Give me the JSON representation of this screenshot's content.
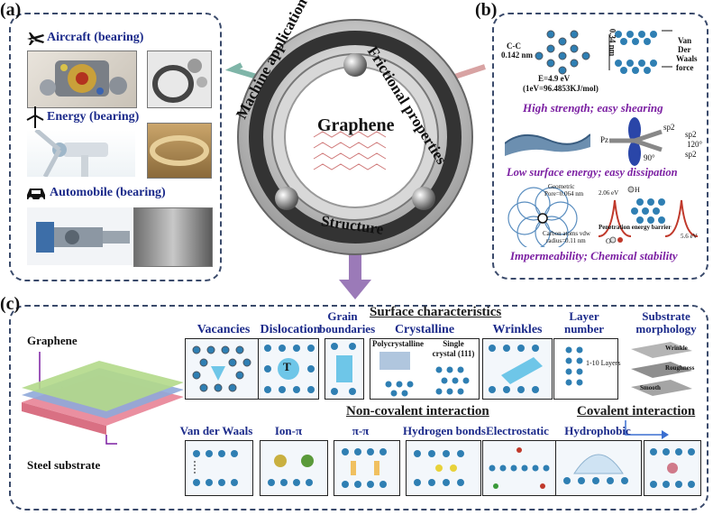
{
  "center": {
    "title": "Graphene",
    "ring_left": "Machine application",
    "ring_right": "Frictional properties",
    "ring_bottom": "Structure"
  },
  "panel_a": {
    "label": "(a)",
    "items": [
      {
        "title": "Aircraft (bearing)",
        "icon": "airplane-icon"
      },
      {
        "title": "Energy (bearing)",
        "icon": "wind-turbine-icon"
      },
      {
        "title": "Automobile (bearing)",
        "icon": "car-icon"
      }
    ]
  },
  "panel_b": {
    "label": "(b)",
    "annotations": {
      "cc_label": "C-C",
      "cc_length": "0.142 nm",
      "energy": "E=4.9 eV",
      "unit_conv": "(1eV=96.4853KJ/mol)",
      "spacing": "0.34 nm",
      "vdw_1": "Van",
      "vdw_2": "Der",
      "vdw_3": "Waals",
      "vdw_4": "force",
      "pz": "Pz",
      "sp2_a": "sp2",
      "sp2_b": "sp2",
      "sp2_c": "sp2",
      "angle_120": "120°",
      "angle_90": "90°",
      "geo_1": "Geometric",
      "geo_2": "Pore=0.064 nm",
      "vdw_r1": "Carbon atoms vdw",
      "vdw_r2": "radius=0.11 nm",
      "barrier_top": "2.06 eV",
      "h_label": "H",
      "o_label": "O",
      "barrier_label": "Penetration energy barrier",
      "barrier_val": "5.6 eV"
    },
    "captions": [
      "High strength; easy shearing",
      "Low surface energy; easy dissipation",
      "Impermeability; Chemical stability"
    ]
  },
  "panel_c": {
    "label": "(c)",
    "graphene_label": "Graphene",
    "steel_label": "Steel substrate",
    "surface_title": "Surface characteristics",
    "noncov_title": "Non-covalent interaction",
    "cov_title": "Covalent interaction",
    "surface_items": [
      "Vacancies",
      "Dislocation",
      "Grain boundaries",
      "Crystalline",
      "Wrinkles",
      "Layer number",
      "Substrate morphology"
    ],
    "crystal_sub": [
      "Polycrystalline",
      "Single crystal (111)"
    ],
    "layer_note": "1-10 Layers",
    "morph_labels": [
      "Wrinkle",
      "Roughness",
      "Smooth"
    ],
    "dislocation_mark": "T",
    "interaction_items": [
      "Van der Waals",
      "Ion-π",
      "π-π",
      "Hydrogen bonds",
      "Electrostatic",
      "Hydrophobic"
    ]
  },
  "colors": {
    "dashed_border": "#3a4a6b",
    "title_blue": "#1b2a8a",
    "caption_purple": "#7b1fa2",
    "atom_blue": "#2f7fb3",
    "bond_gray": "#4a5560"
  }
}
